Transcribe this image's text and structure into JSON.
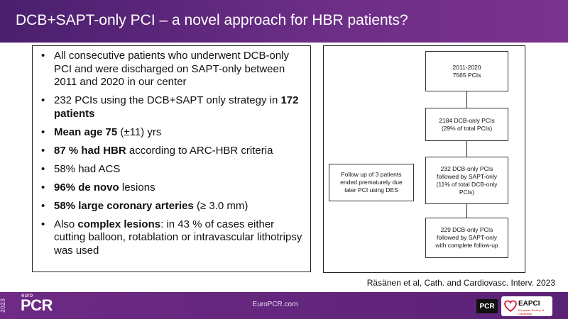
{
  "header": {
    "title": "DCB+SAPT-only PCI – a novel approach for HBR patients?"
  },
  "bullets": [
    {
      "segments": [
        {
          "text": "All consecutive patients who underwent DCB-only PCI and were discharged on SAPT-only between 2011 and 2020 in our center",
          "bold": false
        }
      ]
    },
    {
      "segments": [
        {
          "text": "232 PCIs using the DCB+SAPT only strategy in ",
          "bold": false
        },
        {
          "text": "172 patients",
          "bold": true
        }
      ]
    },
    {
      "segments": [
        {
          "text": "Mean age 75",
          "bold": true
        },
        {
          "text": " (±11) yrs",
          "bold": false
        }
      ]
    },
    {
      "segments": [
        {
          "text": "87 % had HBR",
          "bold": true
        },
        {
          "text": " according to ARC-HBR criteria",
          "bold": false
        }
      ]
    },
    {
      "segments": [
        {
          "text": "58% had ACS",
          "bold": false
        }
      ]
    },
    {
      "segments": [
        {
          "text": "96% de novo",
          "bold": true
        },
        {
          "text": " lesions",
          "bold": false
        }
      ]
    },
    {
      "segments": [
        {
          "text": "58% large coronary arteries",
          "bold": true
        },
        {
          "text": " (≥ 3.0 mm)",
          "bold": false
        }
      ]
    },
    {
      "segments": [
        {
          "text": "Also ",
          "bold": false
        },
        {
          "text": "complex lesions",
          "bold": true
        },
        {
          "text": ": in 43 % of cases either cutting balloon, rotablation or intravascular lithotripsy was used",
          "bold": false
        }
      ]
    }
  ],
  "flowchart": {
    "nodes": [
      {
        "id": "total",
        "lines": [
          "2011-2020",
          "7565 PCIs"
        ]
      },
      {
        "id": "dcb",
        "lines": [
          "2184 DCB-only PCIs",
          "(29% of total PCIs)"
        ]
      },
      {
        "id": "sapt",
        "lines": [
          "232 DCB-only PCIs",
          "followed by SAPT-only",
          "(11% of total DCB-only",
          "PCIs)"
        ]
      },
      {
        "id": "followup",
        "lines": [
          "229 DCB-only PCIs",
          "followed by SAPT-only",
          "with complete follow-up"
        ]
      },
      {
        "id": "excluded",
        "lines": [
          "Follow up of 3 patients",
          "ended prematurely due",
          "later PCI using DES"
        ]
      }
    ],
    "edges": [
      {
        "from": "total",
        "to": "dcb"
      },
      {
        "from": "dcb",
        "to": "sapt"
      },
      {
        "from": "sapt",
        "to": "followup"
      }
    ]
  },
  "citation": "Räsänen et al, Cath. and Cardiovasc. Interv. 2023",
  "footer": {
    "year": "2023",
    "logo_small": "euro",
    "logo_main": "PCR",
    "website": "EuroPCR.com",
    "pcr_badge": "PCR",
    "eapci_label": "EAPCI",
    "eapci_sub": "European Society of Cardiology"
  },
  "colors": {
    "header_purple": "#5b2680",
    "footer_purple": "#6e2a84",
    "eapci_heart": "#d0021b"
  }
}
